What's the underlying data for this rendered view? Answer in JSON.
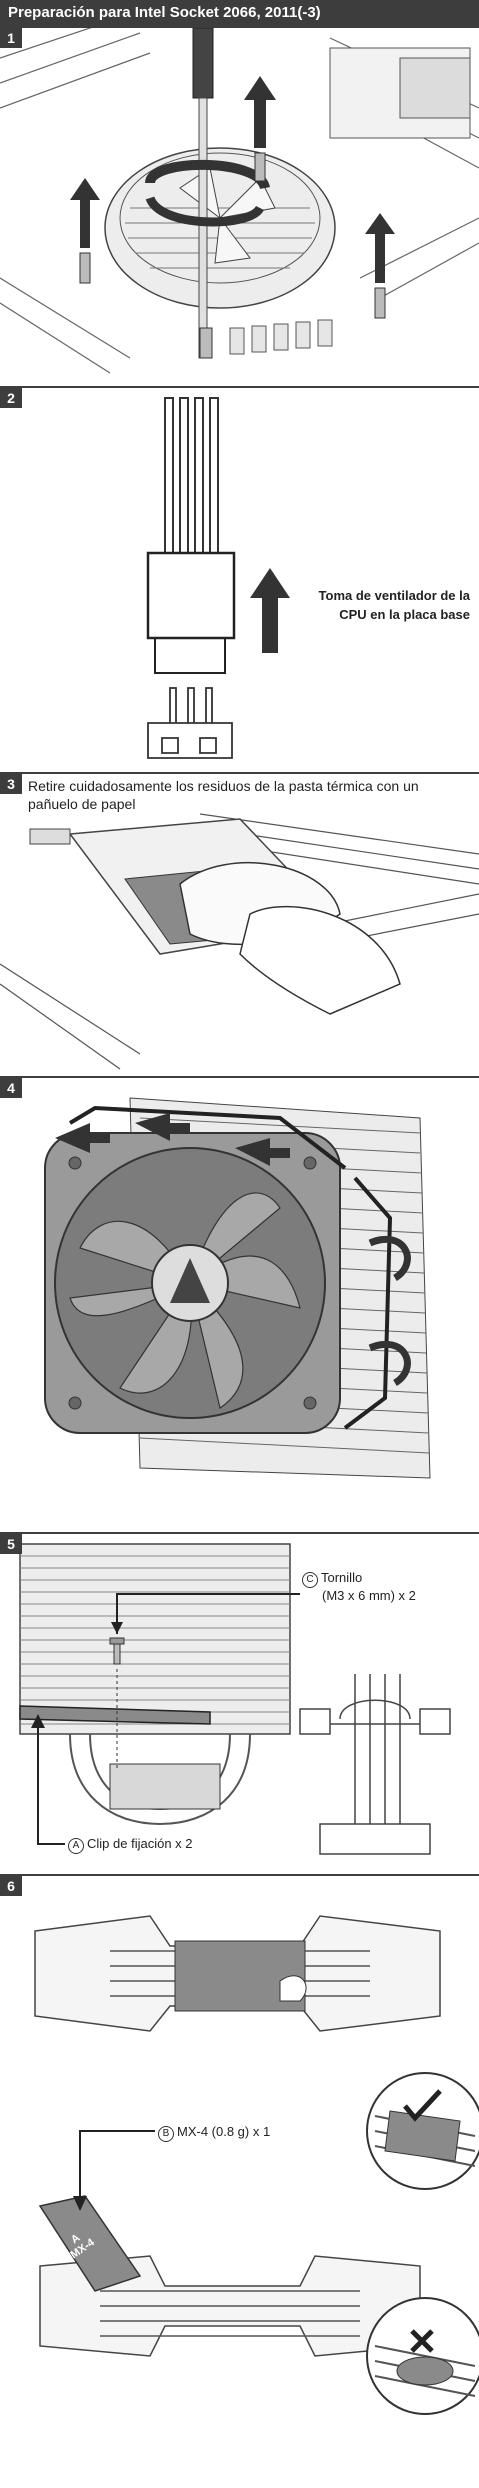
{
  "title": "Preparación para Intel Socket 2066, 2011(-3)",
  "steps": [
    {
      "number": "1"
    },
    {
      "number": "2",
      "caption_line1": "Toma de ventilador de la",
      "caption_line2": "CPU en la placa base"
    },
    {
      "number": "3",
      "text": "Retire cuidadosamente los residuos de la pasta térmica con un pañuelo de papel"
    },
    {
      "number": "4"
    },
    {
      "number": "5",
      "label_c_mark": "C",
      "label_c_line1": "Tornillo",
      "label_c_line2": "(M3 x 6 mm) x 2",
      "label_a_mark": "A",
      "label_a": "Clip de fijación x 2"
    },
    {
      "number": "6",
      "label_b_mark": "B",
      "label_b": "MX-4 (0.8 g) x 1",
      "paste_brand_line1": "A",
      "paste_brand_line2": "MX-4"
    }
  ],
  "colors": {
    "header": "#3d3d3d",
    "line": "#333333",
    "fill_gray": "#8a8a8a",
    "light_gray": "#dcdcdc"
  }
}
